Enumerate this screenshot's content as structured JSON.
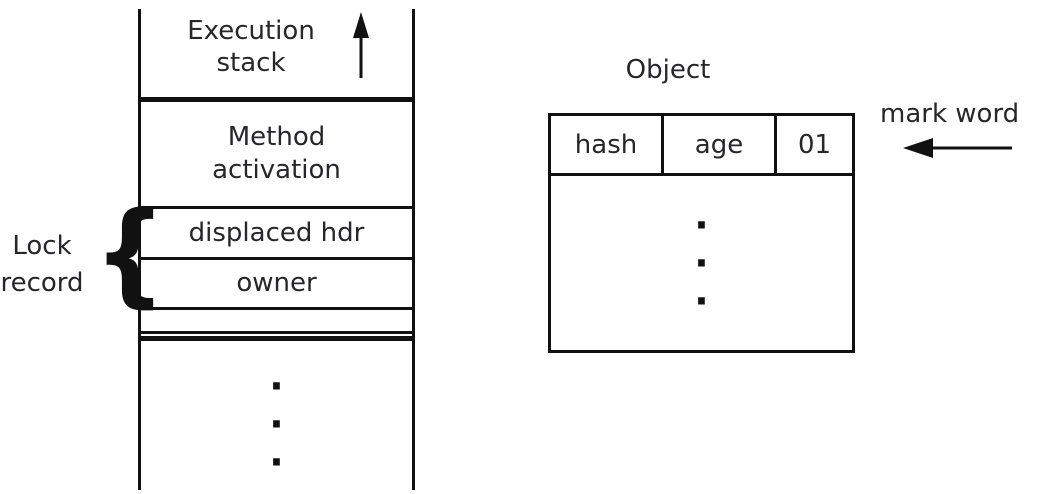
{
  "colors": {
    "line": "#111111",
    "text": "#26262b",
    "background": "#ffffff"
  },
  "stack": {
    "title": "Execution stack",
    "cells": [
      "Method activation",
      "displaced hdr",
      "owner",
      ""
    ]
  },
  "lock_record": {
    "line1": "Lock",
    "line2": "record",
    "brace": "{"
  },
  "object": {
    "title": "Object",
    "header_cells": [
      "hash",
      "age",
      "01"
    ]
  },
  "mark_word": {
    "label": "mark word"
  },
  "icons": {
    "stack_growth": "up-arrow-icon",
    "mark_word_pointer": "left-arrow-icon"
  },
  "glyphs": {
    "ellipsis_dot": "·"
  }
}
